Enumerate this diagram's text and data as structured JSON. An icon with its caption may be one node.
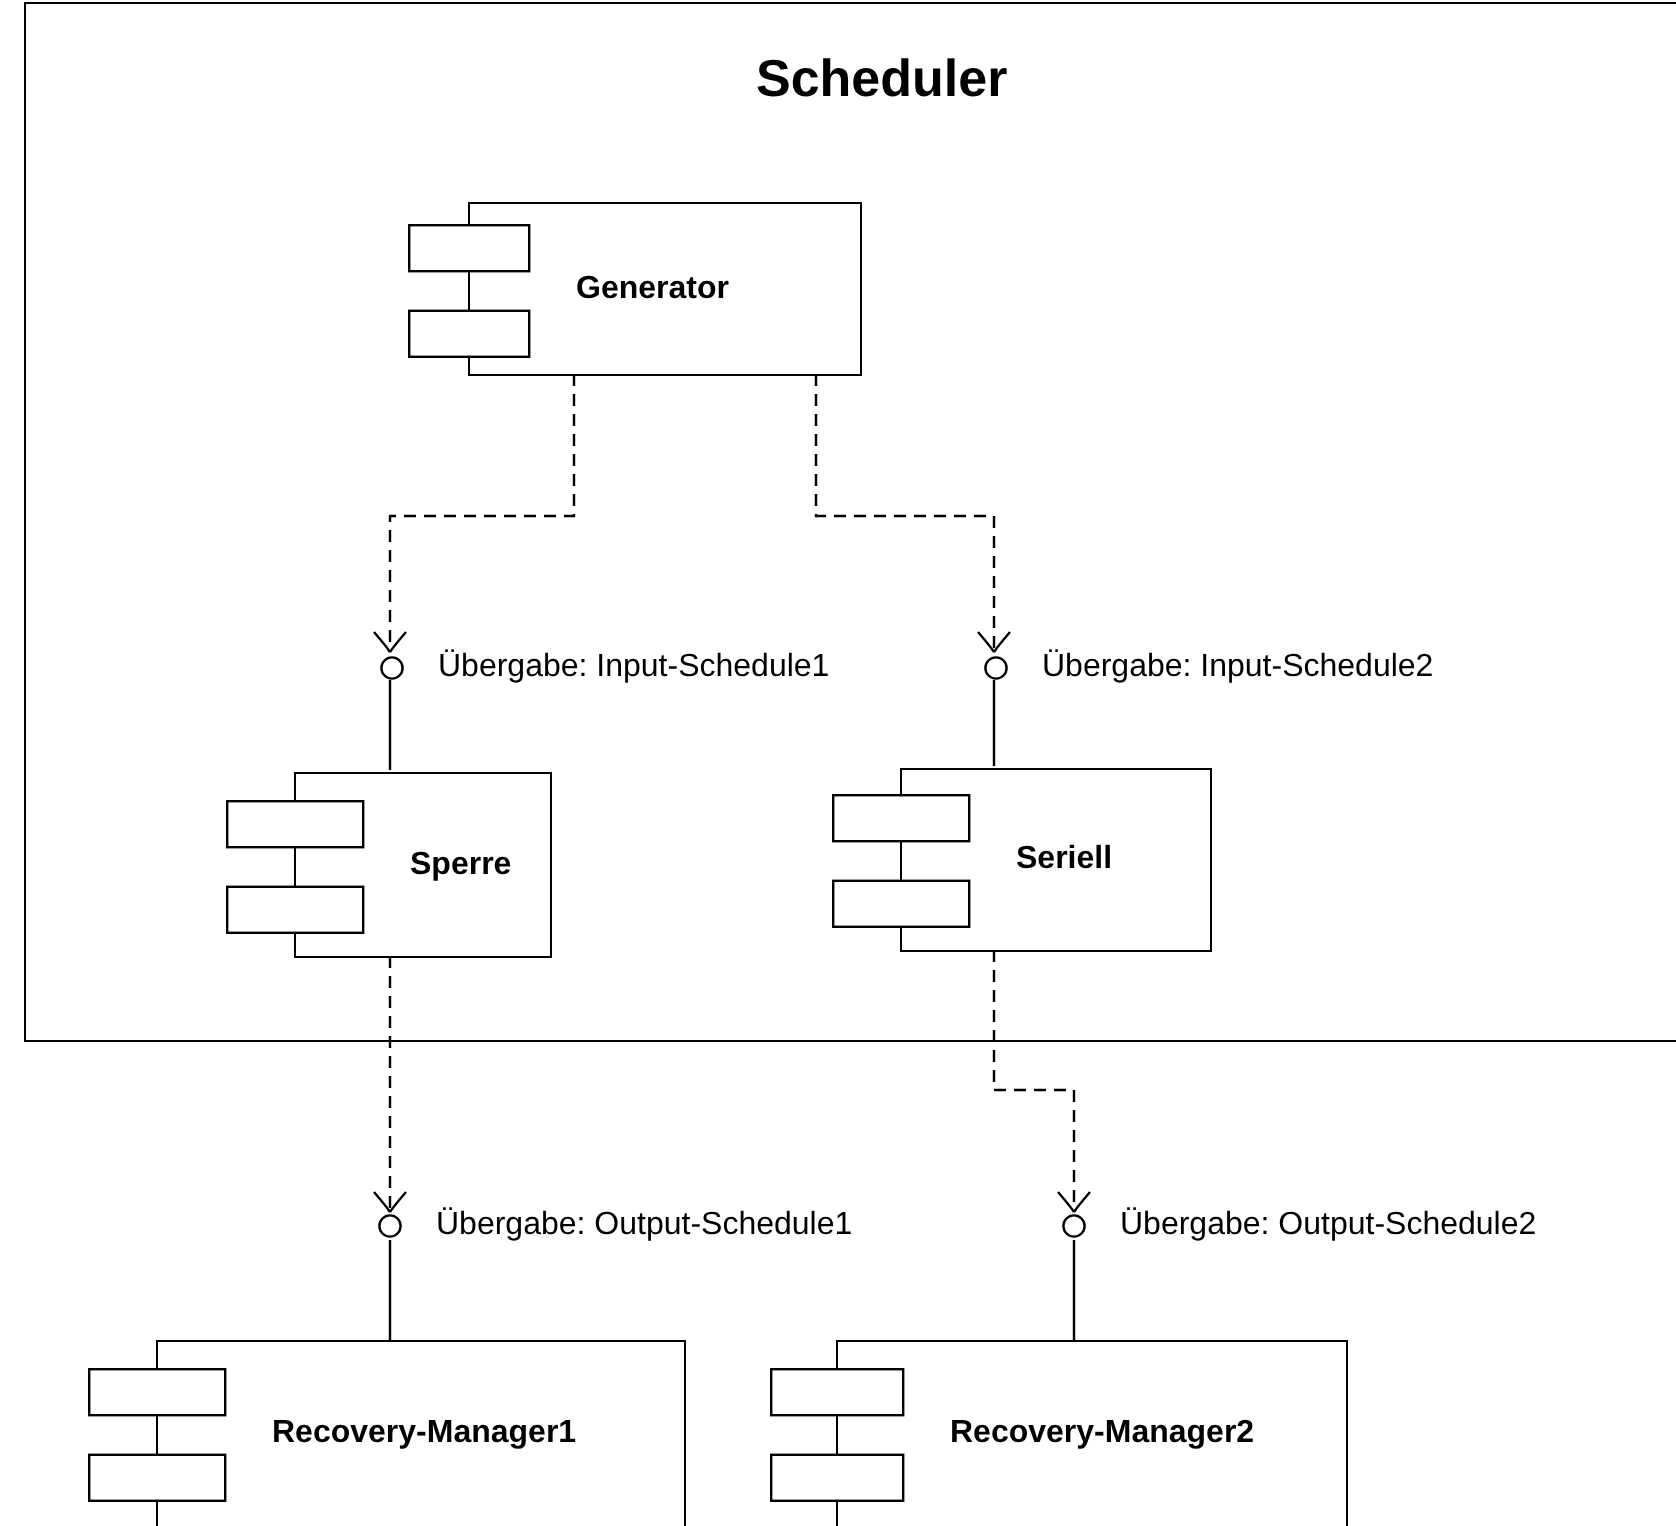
{
  "diagram": {
    "nodes": [
      {
        "text": [
          "Scheduler"
        ]
      },
      {
        "text": [
          "Generator"
        ],
        "in": 0
      },
      {
        "text": [
          "Übergabe: Input-Schedule1"
        ],
        "in": 0
      },
      {
        "text": [
          "Sperre"
        ],
        "in": 0
      },
      {
        "text": [
          "Übergabe: Input-Schedule2"
        ],
        "in": 0
      },
      {
        "text": [
          "Seriell"
        ],
        "in": 0
      },
      {
        "text": [
          "Übergabe: Output-Schedule1"
        ]
      },
      {
        "text": [
          "Übergabe: Output-Schedule2"
        ]
      },
      {
        "text": [
          "Recovery-Manager1"
        ]
      },
      {
        "text": [
          "Recovery-Manager2"
        ]
      }
    ],
    "edges": [
      {
        "from": 1,
        "to": 2,
        "arrow": "to",
        "style": "dashed"
      },
      {
        "from": 2,
        "to": 3,
        "arrow": "none"
      },
      {
        "from": 1,
        "to": 4,
        "arrow": "to",
        "style": "dashed"
      },
      {
        "from": 4,
        "to": 5,
        "arrow": "none"
      },
      {
        "from": 3,
        "to": 6,
        "arrow": "to",
        "style": "dashed"
      },
      {
        "from": 6,
        "to": 8,
        "arrow": "none"
      },
      {
        "from": 5,
        "to": 7,
        "arrow": "to",
        "style": "dashed"
      },
      {
        "from": 7,
        "to": 9,
        "arrow": "none"
      }
    ]
  }
}
